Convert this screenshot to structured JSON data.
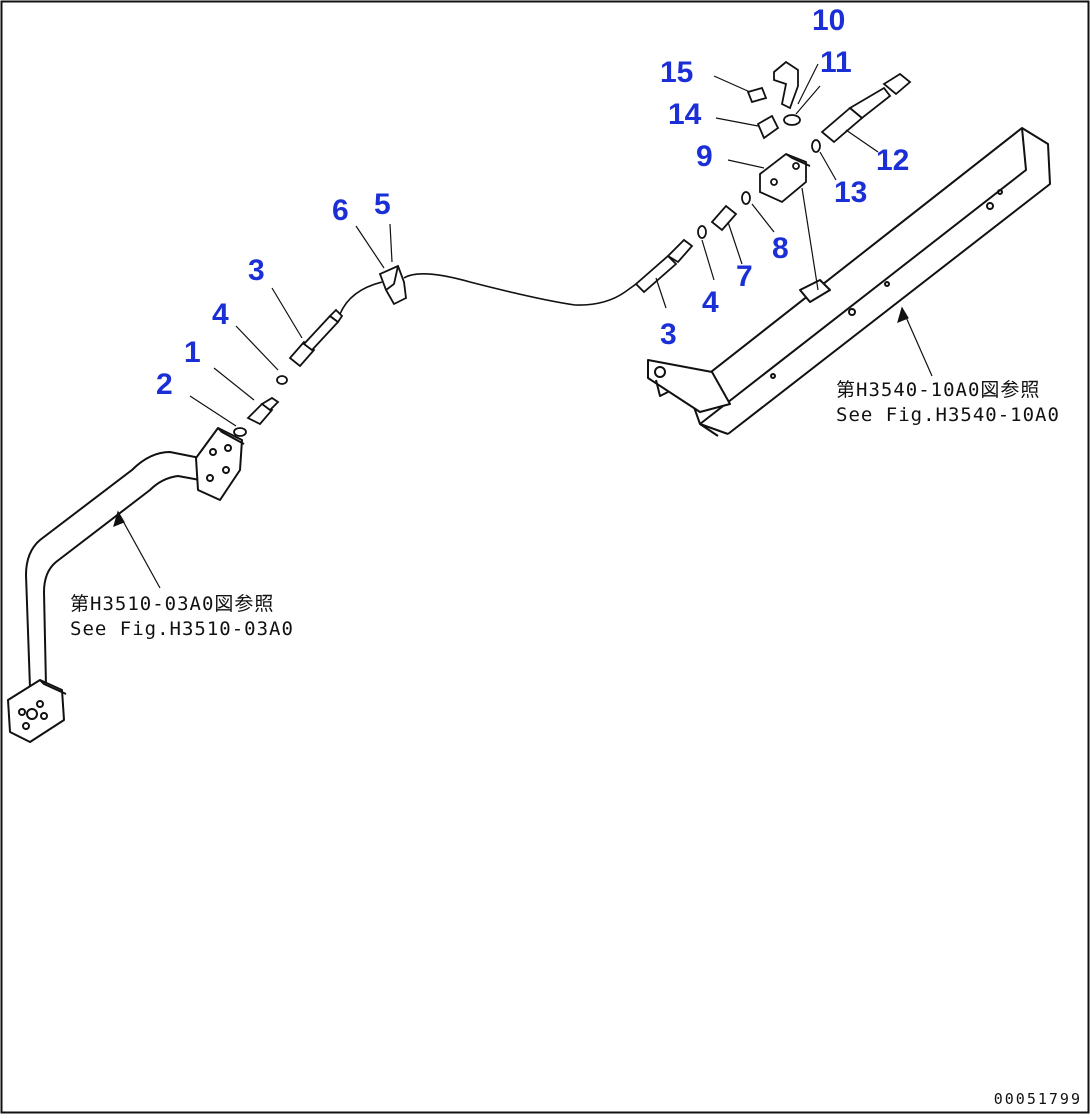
{
  "callouts": {
    "n1": "1",
    "n2": "2",
    "n3a": "3",
    "n3b": "3",
    "n4a": "4",
    "n4b": "4",
    "n5": "5",
    "n6": "6",
    "n7": "7",
    "n8": "8",
    "n9": "9",
    "n10": "10",
    "n11": "11",
    "n12": "12",
    "n13": "13",
    "n14": "14",
    "n15": "15"
  },
  "references": {
    "left_jp": "第H3510-03A0図参照",
    "left_en": "See Fig.H3510-03A0",
    "right_jp": "第H3540-10A0図参照",
    "right_en": "See Fig.H3540-10A0"
  },
  "document_id": "00051799",
  "colors": {
    "callout": "#1a2fd6",
    "line": "#111111",
    "background": "#ffffff"
  }
}
